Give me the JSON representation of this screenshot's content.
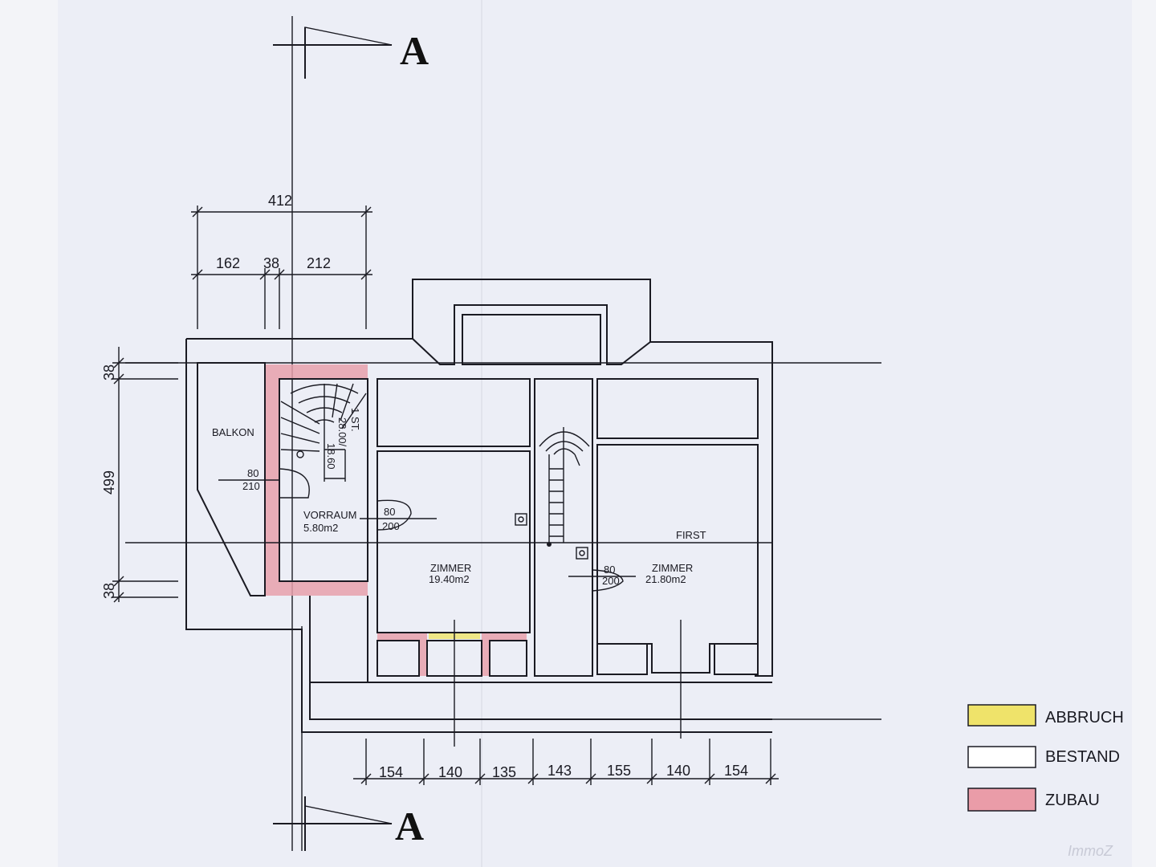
{
  "section_marks": {
    "top": "A",
    "bottom": "A"
  },
  "dimensions": {
    "top_total": "412",
    "top_parts": [
      "162",
      "38",
      "212"
    ],
    "left_parts": [
      "38",
      "499",
      "38"
    ],
    "bottom_parts": [
      "154",
      "140",
      "135",
      "143",
      "155",
      "140",
      "154"
    ]
  },
  "rooms": {
    "balkon": "BALKON",
    "vorraum_name": "VORRAUM",
    "vorraum_area": "5.80m2",
    "zimmer1_name": "ZIMMER",
    "zimmer1_area": "19.40m2",
    "zimmer2_name": "ZIMMER",
    "zimmer2_area": "21.80m2",
    "first": "FIRST"
  },
  "stair_note": {
    "line1": "1 ST.",
    "line2": "28.00/",
    "line3": "18.60"
  },
  "doors": [
    {
      "w": "80",
      "h": "210"
    },
    {
      "w": "80",
      "h": "200"
    },
    {
      "w": "80",
      "h": "200"
    }
  ],
  "legend": [
    {
      "label": "ABBRUCH",
      "color": "#efe36a"
    },
    {
      "label": "BESTAND",
      "color": "#ffffff"
    },
    {
      "label": "ZUBAU",
      "color": "#ea9ca8"
    }
  ],
  "watermark": "ImmoZ",
  "colors": {
    "zubau": "#e8a0ab",
    "abbruch": "#efe36a",
    "line": "#1a1a22"
  }
}
